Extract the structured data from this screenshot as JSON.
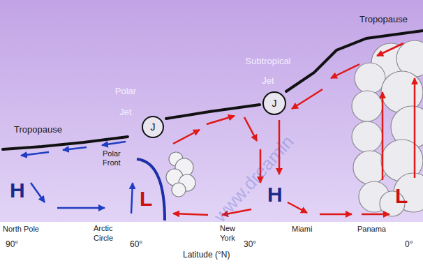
{
  "diagram": {
    "nodes": [
      {
        "text": [
          "J"
        ]
      },
      {
        "text": [
          "J"
        ]
      }
    ],
    "labels": [
      "Tropopause",
      "Tropopause",
      "Polar Jet",
      "Subtropical Jet",
      "Polar Front",
      "H",
      "L",
      "H",
      "L",
      "North Pole",
      "90°",
      "Arctic Circle",
      "60°",
      "New York",
      "Miami",
      "Panama",
      "30°",
      "0°",
      "Latitude (°N)",
      "www.dreamin"
    ]
  }
}
